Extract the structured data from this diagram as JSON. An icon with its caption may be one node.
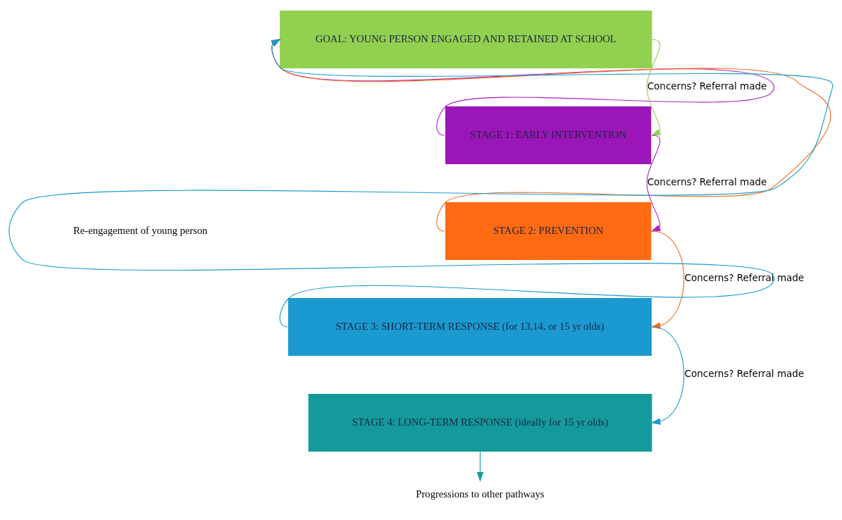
{
  "diagram": {
    "nodes": [
      {
        "text": [
          "GOAL: YOUNG PERSON ENGAGED AND RETAINED AT SCHOOL"
        ]
      },
      {
        "text": [
          "STAGE 1: EARLY INTERVENTION"
        ]
      },
      {
        "text": [
          "STAGE 2: PREVENTION"
        ]
      },
      {
        "text": [
          "STAGE 3: SHORT-TERM RESPONSE (for 13,14, or 15 yr olds)"
        ]
      },
      {
        "text": [
          "STAGE 4: LONG-TERM RESPONSE (ideally for 15 yr olds)"
        ]
      },
      {
        "text": [
          "Progressions to other pathways"
        ]
      }
    ],
    "edges": [
      {
        "from": 0,
        "to": 1,
        "arrow": "to",
        "label": "Concerns? Referral made",
        "color": "#92d050"
      },
      {
        "from": 1,
        "to": 2,
        "arrow": "to",
        "label": "Concerns? Referral made",
        "color": "#b31fc7"
      },
      {
        "from": 2,
        "to": 3,
        "arrow": "to",
        "label": "Concerns? Referral made",
        "color": "#f26a1b"
      },
      {
        "from": 3,
        "to": 4,
        "arrow": "to",
        "label": "Concerns? Referral made",
        "color": "#1a9ad0"
      },
      {
        "from": 1,
        "to": 0,
        "arrow": "to",
        "color": "#b31fc7"
      },
      {
        "from": 2,
        "to": 0,
        "arrow": "to",
        "color": "#f26a1b"
      },
      {
        "from": 3,
        "to": 0,
        "arrow": "to",
        "color": "#1a9ad0"
      },
      {
        "from": 4,
        "to": 5,
        "arrow": "to",
        "color": "#159a9c"
      }
    ],
    "labels": [
      "Re-engagement of young person"
    ]
  }
}
